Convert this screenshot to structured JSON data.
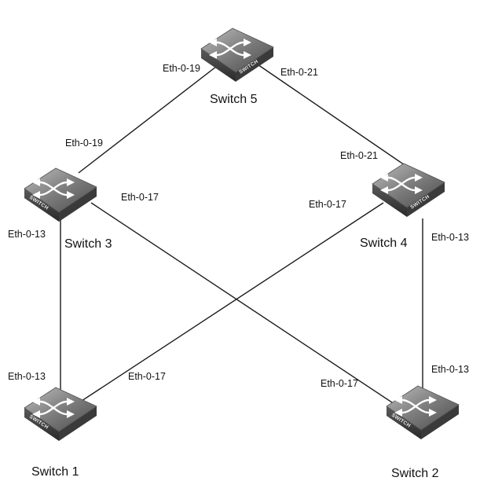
{
  "diagram": {
    "switches": [
      {
        "id": "sw5",
        "label": "Switch 5"
      },
      {
        "id": "sw3",
        "label": "Switch 3"
      },
      {
        "id": "sw4",
        "label": "Switch 4"
      },
      {
        "id": "sw1",
        "label": "Switch 1"
      },
      {
        "id": "sw2",
        "label": "Switch 2"
      }
    ],
    "device_face_text": "SWITCH",
    "links": [
      {
        "from": "sw5",
        "to": "sw3",
        "from_port": "Eth-0-19",
        "to_port": "Eth-0-19"
      },
      {
        "from": "sw5",
        "to": "sw4",
        "from_port": "Eth-0-21",
        "to_port": "Eth-0-21"
      },
      {
        "from": "sw3",
        "to": "sw1",
        "from_port": "Eth-0-13",
        "to_port": "Eth-0-13"
      },
      {
        "from": "sw3",
        "to": "sw2",
        "from_port": "Eth-0-17",
        "to_port": "Eth-0-17"
      },
      {
        "from": "sw4",
        "to": "sw1",
        "from_port": "Eth-0-17",
        "to_port": "Eth-0-17"
      },
      {
        "from": "sw4",
        "to": "sw2",
        "from_port": "Eth-0-13",
        "to_port": "Eth-0-13"
      }
    ],
    "colors": {
      "line": "#1a1a1a",
      "device_dark": "#3a3a3a",
      "device_light": "#9a9a9a",
      "arrow": "#ffffff"
    }
  }
}
